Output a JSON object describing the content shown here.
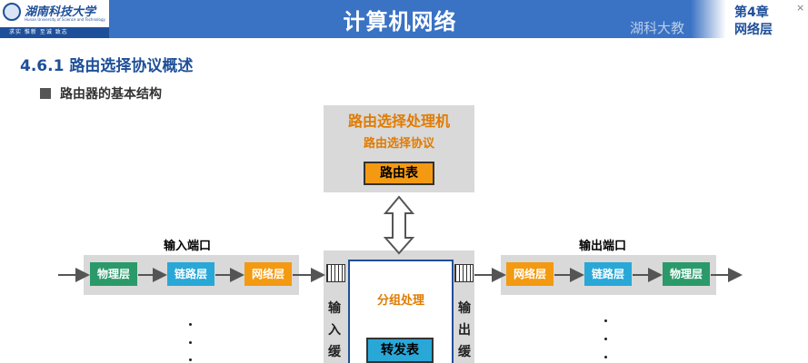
{
  "header": {
    "university_name": "湖南科技大学",
    "university_en": "Hunan University of Science and Technology",
    "motto": "求实 惟新  至诚 致志",
    "course_title": "计算机网络",
    "watermark": "湖科大教",
    "chapter_num": "第4章",
    "chapter_name": "网络层",
    "close_mark": "×"
  },
  "section_title": "4.6.1 路由选择协议概述",
  "bullet": "路由器的基本结构",
  "routing_processor": {
    "title": "路由选择处理机",
    "protocol": "路由选择协议",
    "table": "路由表"
  },
  "switch_fabric": {
    "label": "分组处理",
    "table": "转发表",
    "input_buffer": "输入缓",
    "output_buffer": "输出缓"
  },
  "input_port": {
    "label": "输入端口",
    "layers": [
      "物理层",
      "链路层",
      "网络层"
    ]
  },
  "output_port": {
    "label": "输出端口",
    "layers": [
      "网络层",
      "链路层",
      "物理层"
    ]
  },
  "colors": {
    "header_blue": "#3a72c4",
    "title_blue": "#1e4f9a",
    "orange": "#f39a12",
    "green": "#2a9a6a",
    "cyan": "#29a8d8",
    "gray": "#d9d9d9"
  }
}
